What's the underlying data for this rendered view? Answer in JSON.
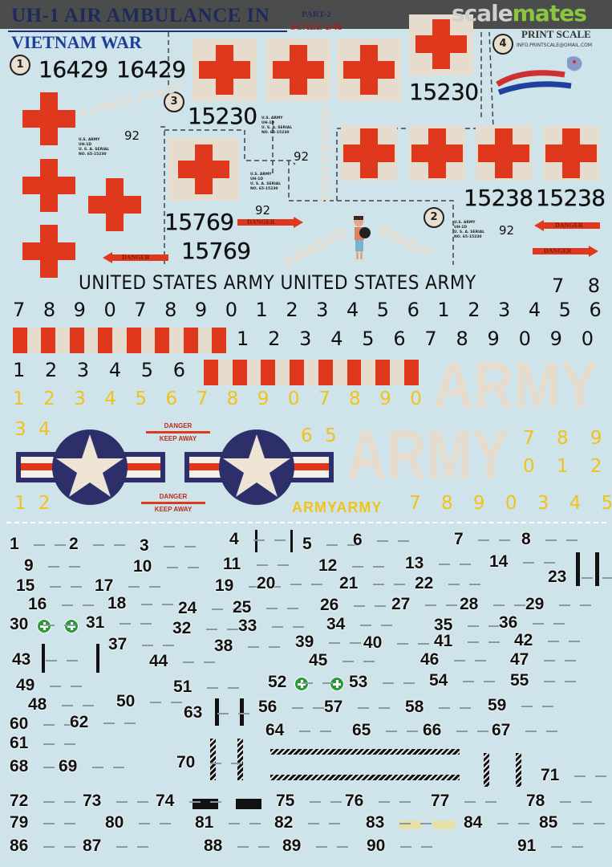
{
  "header": {
    "title_line1": "UH-1 AIR AMBULANCE IN",
    "title_line2": "VIETNAM WAR",
    "part": "PART-2",
    "scale": "SCALE 1/48",
    "brand": "PRINT SCALE",
    "email": "INFO.PRINTSCALE@GMAIL.COM",
    "watermark": {
      "scale": "scale",
      "mates": "mates"
    }
  },
  "colors": {
    "background": "#cfe3ea",
    "red": "#e0381c",
    "cream": "#e6dccd",
    "navy": "#2d2f6b",
    "yellow": "#f2c21b",
    "green": "#2a9a3a"
  },
  "schemes": [
    "1",
    "2",
    "3",
    "4"
  ],
  "serials": {
    "s1a": "16429",
    "s1b": "16429",
    "s3": "15230",
    "s4": "15230",
    "s2a": "15238",
    "s2b": "15238",
    "s5a": "15769",
    "s5b": "15769"
  },
  "stencil_numbers": [
    "92",
    "92",
    "92",
    "92"
  ],
  "stencil_text": [
    "U.S. ARMY",
    "UH-1D",
    "U. S. A. SERIAL",
    "NO. 65-15230"
  ],
  "nose_art": {
    "flower": "FLOWER POWER",
    "woodstock": "WOODSTOCK",
    "bandaid": "BANDAID",
    "bandit": "BANDIT"
  },
  "danger": {
    "short": "DANGER",
    "keep_away": "KEEP AWAY"
  },
  "lettering": {
    "usa": "UNITED STATES ARMY UNITED STATES ARMY",
    "usa_tail": [
      "7",
      "8"
    ],
    "row1": [
      "7",
      "8",
      "9",
      "0",
      "7",
      "8",
      "9",
      "0",
      "1",
      "2",
      "3",
      "4",
      "5",
      "6",
      "1",
      "2",
      "3",
      "4",
      "5",
      "6"
    ],
    "row2": [
      "1",
      "2",
      "3",
      "4",
      "5",
      "6",
      "7",
      "8",
      "9",
      "0",
      "9",
      "0"
    ],
    "row3": [
      "1",
      "2",
      "3",
      "4",
      "5",
      "6"
    ],
    "yellow_row": [
      "1",
      "2",
      "3",
      "4",
      "5",
      "6",
      "7",
      "8",
      "9",
      "0",
      "7",
      "8",
      "9",
      "0"
    ],
    "yellow_34": "3 4",
    "yellow_65": "6 5",
    "yellow_789": "7 8 9",
    "yellow_012": "0 1 2",
    "yellow_12": "1 2",
    "army_small": "ARMYARMY",
    "yellow_tail": "7 8 9 0 3 4 5",
    "army_large": "ARMY"
  },
  "decal_numbers": [
    "1",
    "2",
    "3",
    "4",
    "5",
    "6",
    "7",
    "8",
    "9",
    "10",
    "11",
    "12",
    "13",
    "14",
    "15",
    "16",
    "17",
    "18",
    "19",
    "20",
    "21",
    "22",
    "23",
    "24",
    "25",
    "26",
    "27",
    "28",
    "29",
    "30",
    "31",
    "32",
    "33",
    "34",
    "35",
    "36",
    "37",
    "38",
    "39",
    "40",
    "41",
    "42",
    "43",
    "44",
    "45",
    "46",
    "47",
    "48",
    "49",
    "50",
    "51",
    "52",
    "53",
    "54",
    "55",
    "56",
    "57",
    "58",
    "59",
    "60",
    "61",
    "62",
    "63",
    "64",
    "65",
    "66",
    "67",
    "68",
    "69",
    "70",
    "71",
    "72",
    "73",
    "74",
    "75",
    "76",
    "77",
    "78",
    "79",
    "80",
    "81",
    "82",
    "83",
    "84",
    "85",
    "86",
    "87",
    "88",
    "89",
    "90",
    "91"
  ]
}
